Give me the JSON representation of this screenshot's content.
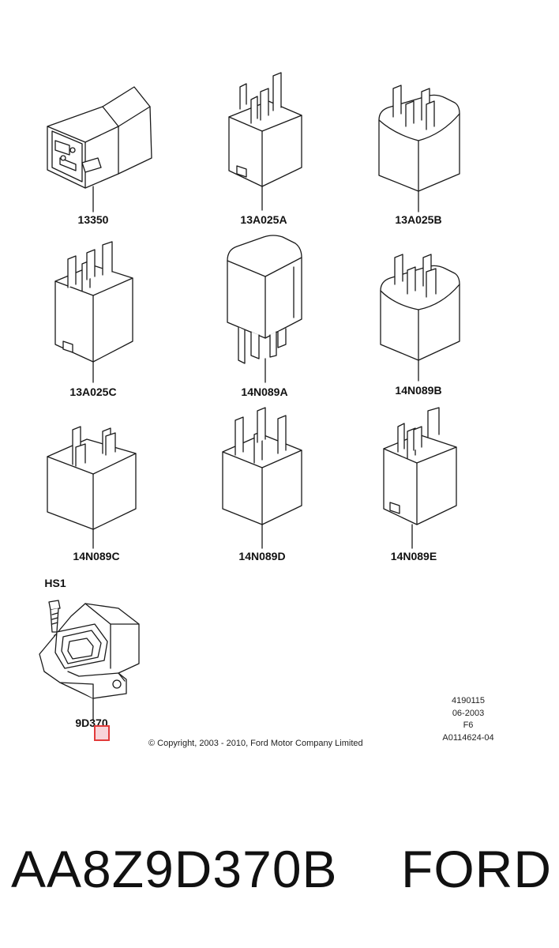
{
  "parts": [
    {
      "id": "13350",
      "icon": "relay-icon"
    },
    {
      "id": "13A025A",
      "icon": "relay-icon"
    },
    {
      "id": "13A025B",
      "icon": "relay-icon"
    },
    {
      "id": "13A025C",
      "icon": "relay-icon"
    },
    {
      "id": "14N089A",
      "icon": "relay-icon"
    },
    {
      "id": "14N089B",
      "icon": "relay-icon"
    },
    {
      "id": "14N089C",
      "icon": "relay-icon"
    },
    {
      "id": "14N089D",
      "icon": "relay-icon"
    },
    {
      "id": "14N089E",
      "icon": "relay-icon"
    },
    {
      "id": "9D370",
      "icon": "module-icon"
    }
  ],
  "fastener": {
    "id": "HS1",
    "icon": "bolt-icon"
  },
  "meta": {
    "line1": "4190115",
    "line2": "06-2003",
    "line3": "F6",
    "line4": "A0114624-04"
  },
  "copyright": "© Copyright, 2003 - 2010, Ford Motor Company Limited",
  "caption": {
    "part_number": "AA8Z9D370B",
    "brand": "FORD"
  },
  "colors": {
    "line": "#1a1a1a",
    "fill": "#ffffff",
    "highlight_border": "#e23b3b",
    "highlight_fill": "#f2b6bf"
  }
}
